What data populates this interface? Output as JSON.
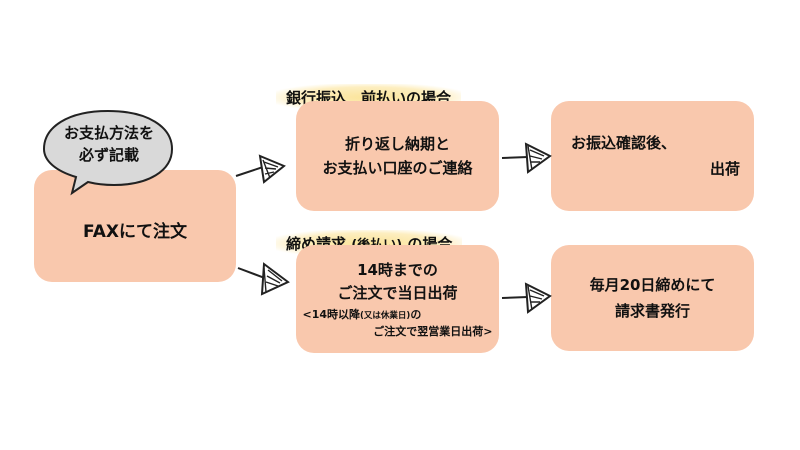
{
  "start": {
    "bubble_line1": "お支払方法を",
    "bubble_line2": "必ず記載",
    "box_label": "FAXにて注文"
  },
  "top_route": {
    "condition": "銀行振込　前払いの場合",
    "step1_line1": "折り返し納期と",
    "step1_line2": "お支払い口座のご連絡",
    "step2_line1": "お振込確認後、",
    "step2_line2": "出荷"
  },
  "bottom_route": {
    "condition_prefix": "締め請求",
    "condition_paren": "(後払い)",
    "condition_suffix": "の場合",
    "step1_line1": "14時までの",
    "step1_line2": "ご注文で当日出荷",
    "note_line1_a": "<14時以降",
    "note_line1_paren": "(又は休業日)",
    "note_line1_b": "の",
    "note_line2": "ご注文で翌営業日出荷>",
    "step2_line1": "毎月20日締めにて",
    "step2_line2": "請求書発行"
  },
  "colors": {
    "box_fill": "#f9c8ad",
    "highlight": "#fbe49a",
    "bubble_fill": "#d9d9d9"
  }
}
